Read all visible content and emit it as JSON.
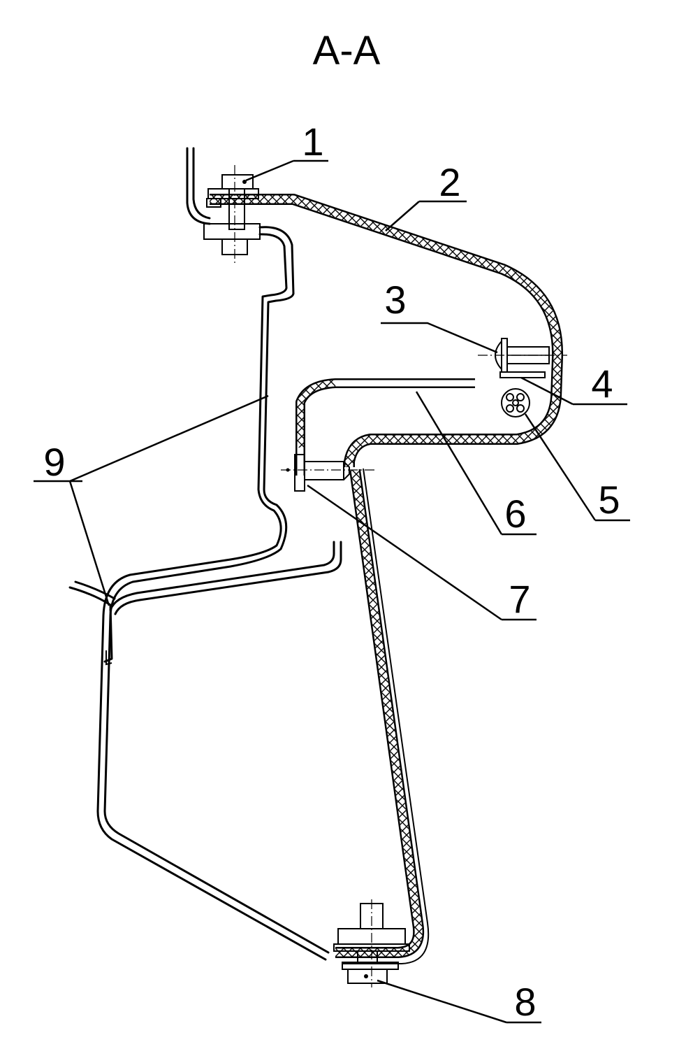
{
  "section_title": "A-A",
  "callouts": [
    "1",
    "2",
    "3",
    "4",
    "5",
    "6",
    "7",
    "8",
    "9"
  ],
  "colors": {
    "ink": "#000000",
    "paper": "#ffffff"
  }
}
